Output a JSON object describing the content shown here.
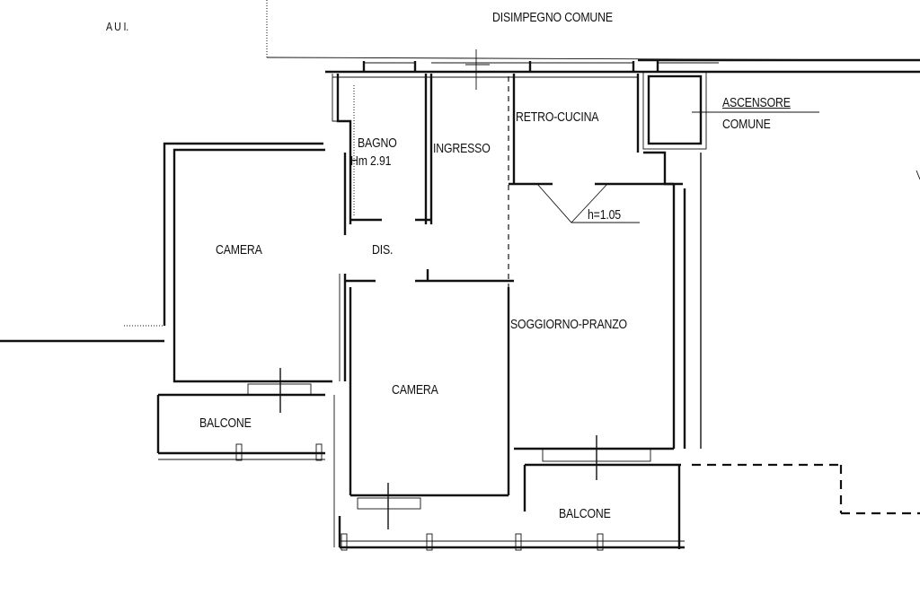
{
  "labels": {
    "aui": "A U I.",
    "disimpegno": "DISIMPEGNO COMUNE",
    "ascensore": "ASCENSORE",
    "comune": "COMUNE",
    "retro_cucina": "RETRO-CUCINA",
    "bagno": "BAGNO",
    "hm": "Hm 2.91",
    "ingresso": "INGRESSO",
    "h105": "h=1.05",
    "camera_left": "CAMERA",
    "dis": "DIS.",
    "soggiorno": "SOGGIORNO-PRANZO",
    "camera_center": "CAMERA",
    "balcone_left": "BALCONE",
    "balcone_right": "BALCONE"
  },
  "colors": {
    "ink": "#111111",
    "paper": "#ffffff"
  }
}
